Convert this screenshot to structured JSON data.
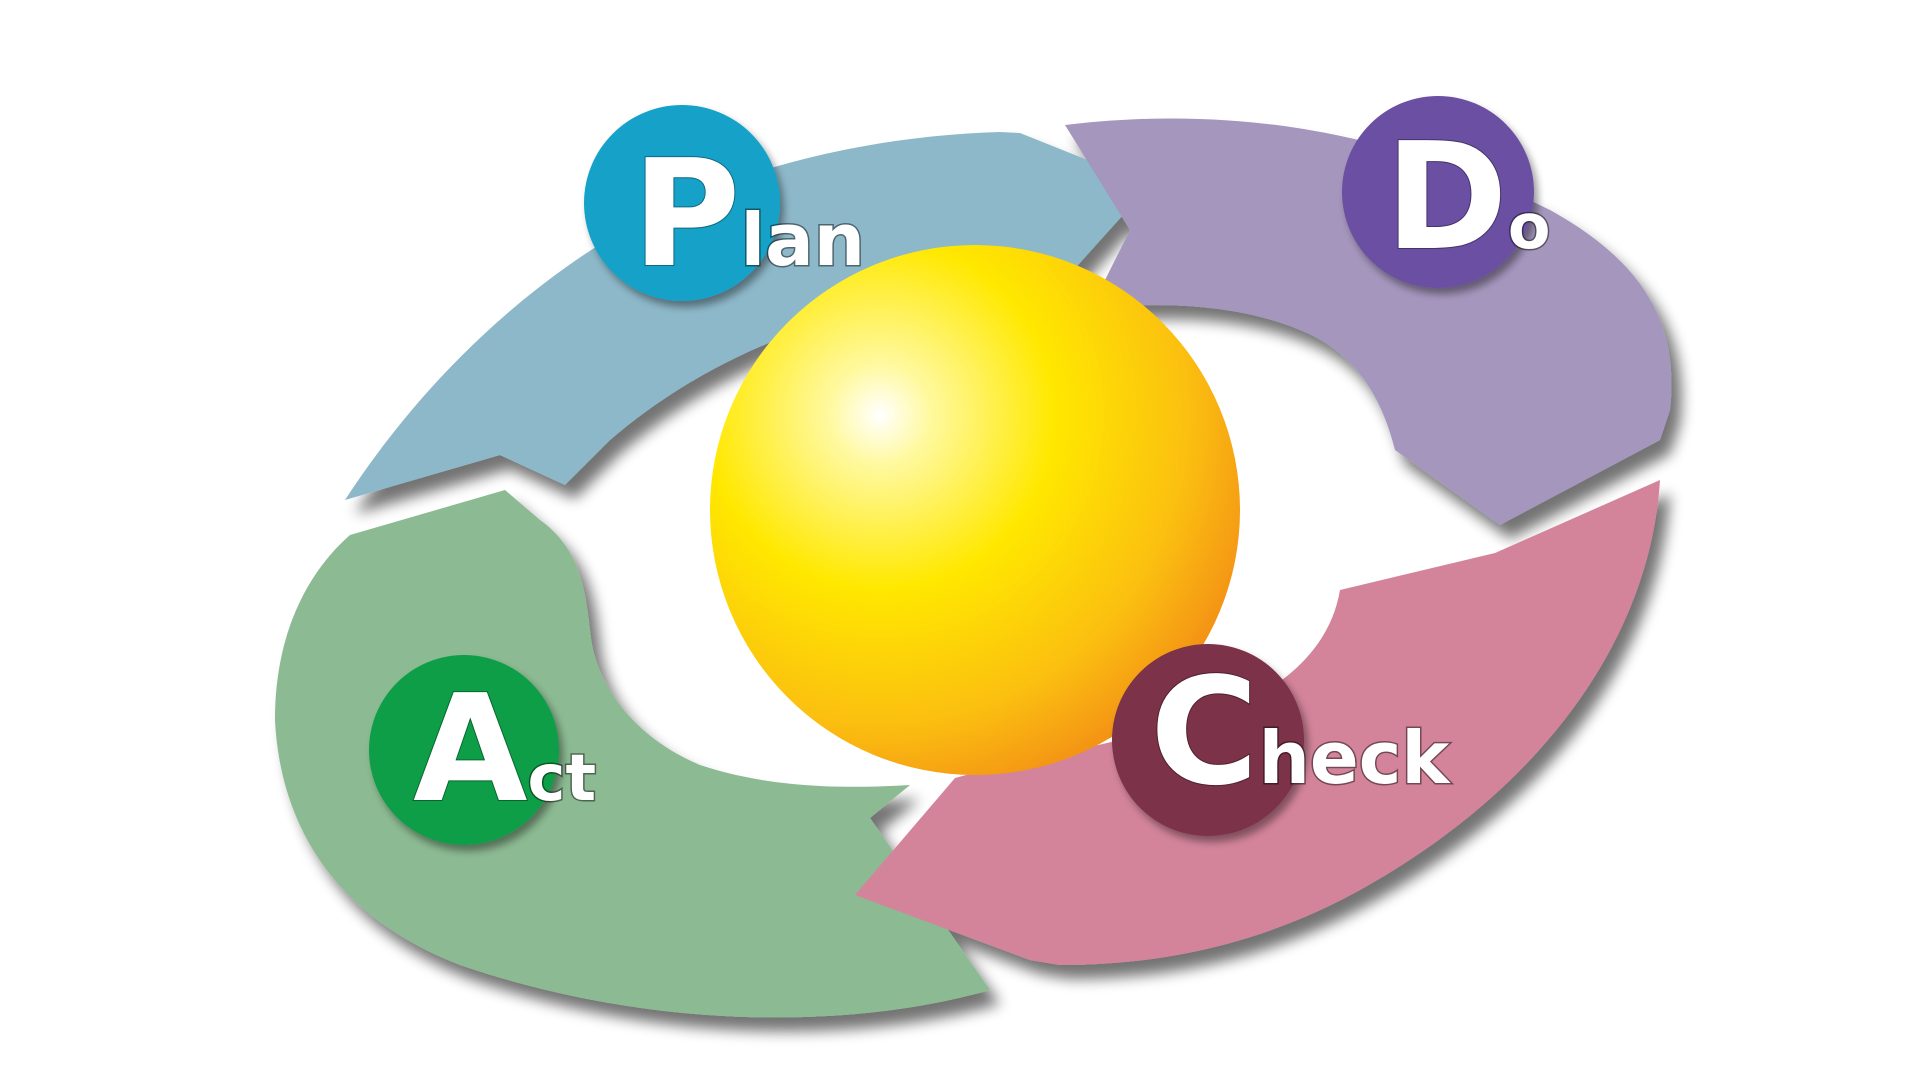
{
  "diagram": {
    "phases": [
      {
        "key": "plan",
        "initial": "P",
        "rest": "lan",
        "arrow_color": "#8db8c9",
        "badge_color": "#13a2c8"
      },
      {
        "key": "do",
        "initial": "D",
        "rest": "o",
        "arrow_color": "#a596bd",
        "badge_color": "#6a4fa3"
      },
      {
        "key": "check",
        "initial": "C",
        "rest": "heck",
        "arrow_color": "#d3849a",
        "badge_color": "#7c3048"
      },
      {
        "key": "act",
        "initial": "A",
        "rest": "ct",
        "arrow_color": "#8cba92",
        "badge_color": "#0f9e46"
      }
    ],
    "center_sphere": {
      "color_light": "#ffffff",
      "color_mid": "#ffe800",
      "color_dark": "#f28a16"
    }
  }
}
